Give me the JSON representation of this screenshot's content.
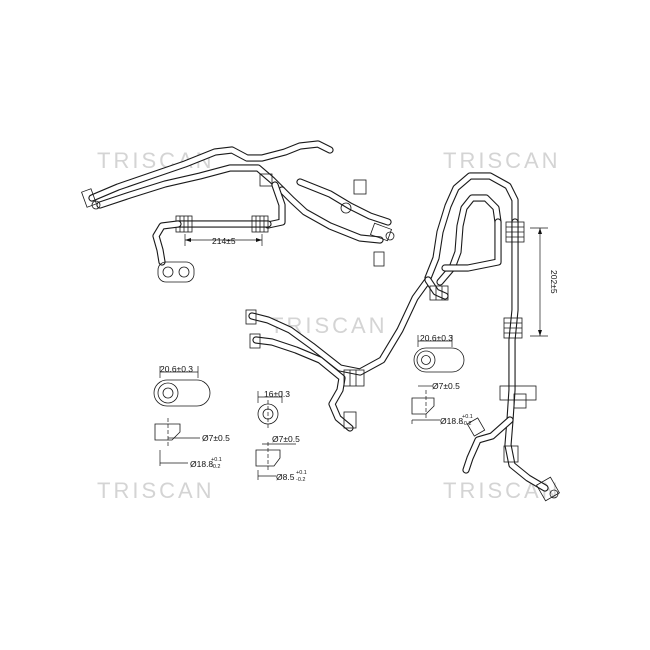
{
  "watermark": {
    "text": "TRISCAN",
    "color": "#d4d4d4"
  },
  "dimensions": {
    "length_upper_left": "214±5",
    "length_right_vertical": "202±5",
    "seal_left_outer_width": "20.6±0.3",
    "seal_left_bore": "Ø7±0.5",
    "seal_left_diameter": "Ø18.8",
    "seal_left_diameter_tol_upper": "+0.1",
    "seal_left_diameter_tol_lower": "-0.2",
    "seal_mid_outer_width": "16±0.3",
    "seal_mid_bore": "Ø7±0.5",
    "seal_mid_diameter": "Ø8.5",
    "seal_mid_diameter_tol_upper": "+0.1",
    "seal_mid_diameter_tol_lower": "-0.2",
    "seal_right_outer_width": "20.6±0.3",
    "seal_right_bore": "Ø7±0.5",
    "seal_right_diameter": "Ø18.8",
    "seal_right_diameter_tol_upper": "+0.1",
    "seal_right_diameter_tol_lower": "-0.2"
  }
}
